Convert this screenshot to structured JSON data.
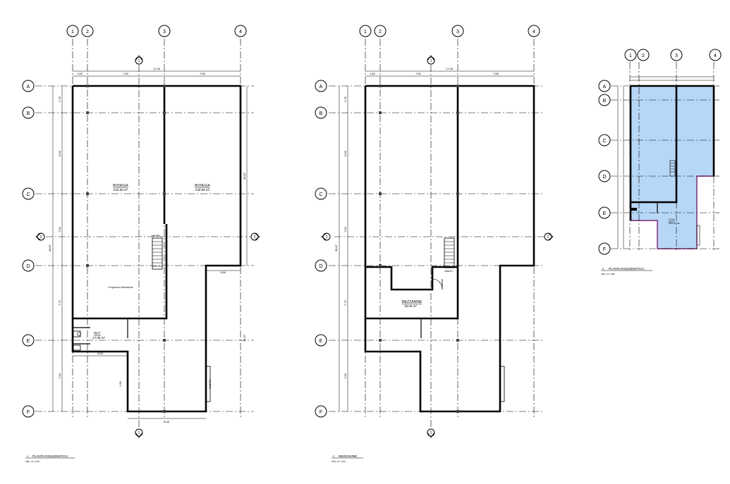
{
  "sheet": {
    "grid_columns": [
      "1",
      "2",
      "3",
      "4"
    ],
    "grid_rows": [
      "A",
      "B",
      "C",
      "D",
      "E",
      "F"
    ],
    "section_marks": [
      "1",
      "2"
    ]
  },
  "plan1": {
    "room_bodega_left": "BODEGA",
    "room_bodega_left_area": "222.55 m²",
    "room_bodega_right": "BODEGA",
    "room_bodega_right_area": "240.96 m²",
    "stair_label": "ARRIBA",
    "mezz_note": "Proyeccion Mezzanine",
    "wc_label": "W.C",
    "wc_area": "17.06 m²",
    "title_number": "1",
    "title": "PLANTA ESQUEMATICA",
    "scale": "ARQ. 01 1:100",
    "dim_top_total": "17.26",
    "dim_top_1": "1.60",
    "dim_top_2": "7.82",
    "dim_top_3": "7.85",
    "dim_left_total": "38.87",
    "dim_left_1": "2.76",
    "dim_left_2": "8.99",
    "dim_left_3": "7.60",
    "dim_left_4": "7.73",
    "dim_left_5": "7.00",
    "dim_right_total": "38.87",
    "dim_bottom": "8.08",
    "dim_corridor": "5.64",
    "dim_step": "3.86",
    "dim_wc": "2.90",
    "dim_right_lower": "14.07",
    "door_label": "PUERTA"
  },
  "plan2": {
    "room_label": "MEZZANINE",
    "room_area": "35.05 m²",
    "stair_label": "ABAJO",
    "title_number": "2",
    "title": "MEZZANINE",
    "scale": "ARQ. 01 1:100",
    "dim_top_total": "17.26",
    "dim_top_1": "1.60",
    "dim_top_2": "7.82",
    "dim_top_3": "7.85",
    "dim_left_total": "38.87",
    "dim_left_1": "2.76",
    "dim_left_2": "8.99",
    "dim_left_3": "7.60",
    "dim_left_4": "7.73",
    "dim_left_5": "7.00"
  },
  "plan3": {
    "area_label": "CON",
    "area_value": "583.57 m²",
    "title_number": "3",
    "title": "PLANTA ESQUEMATICA",
    "scale": "ARQ. 01 1:300",
    "fill_color": "#b7d7f7",
    "border_color": "#7a2070"
  }
}
